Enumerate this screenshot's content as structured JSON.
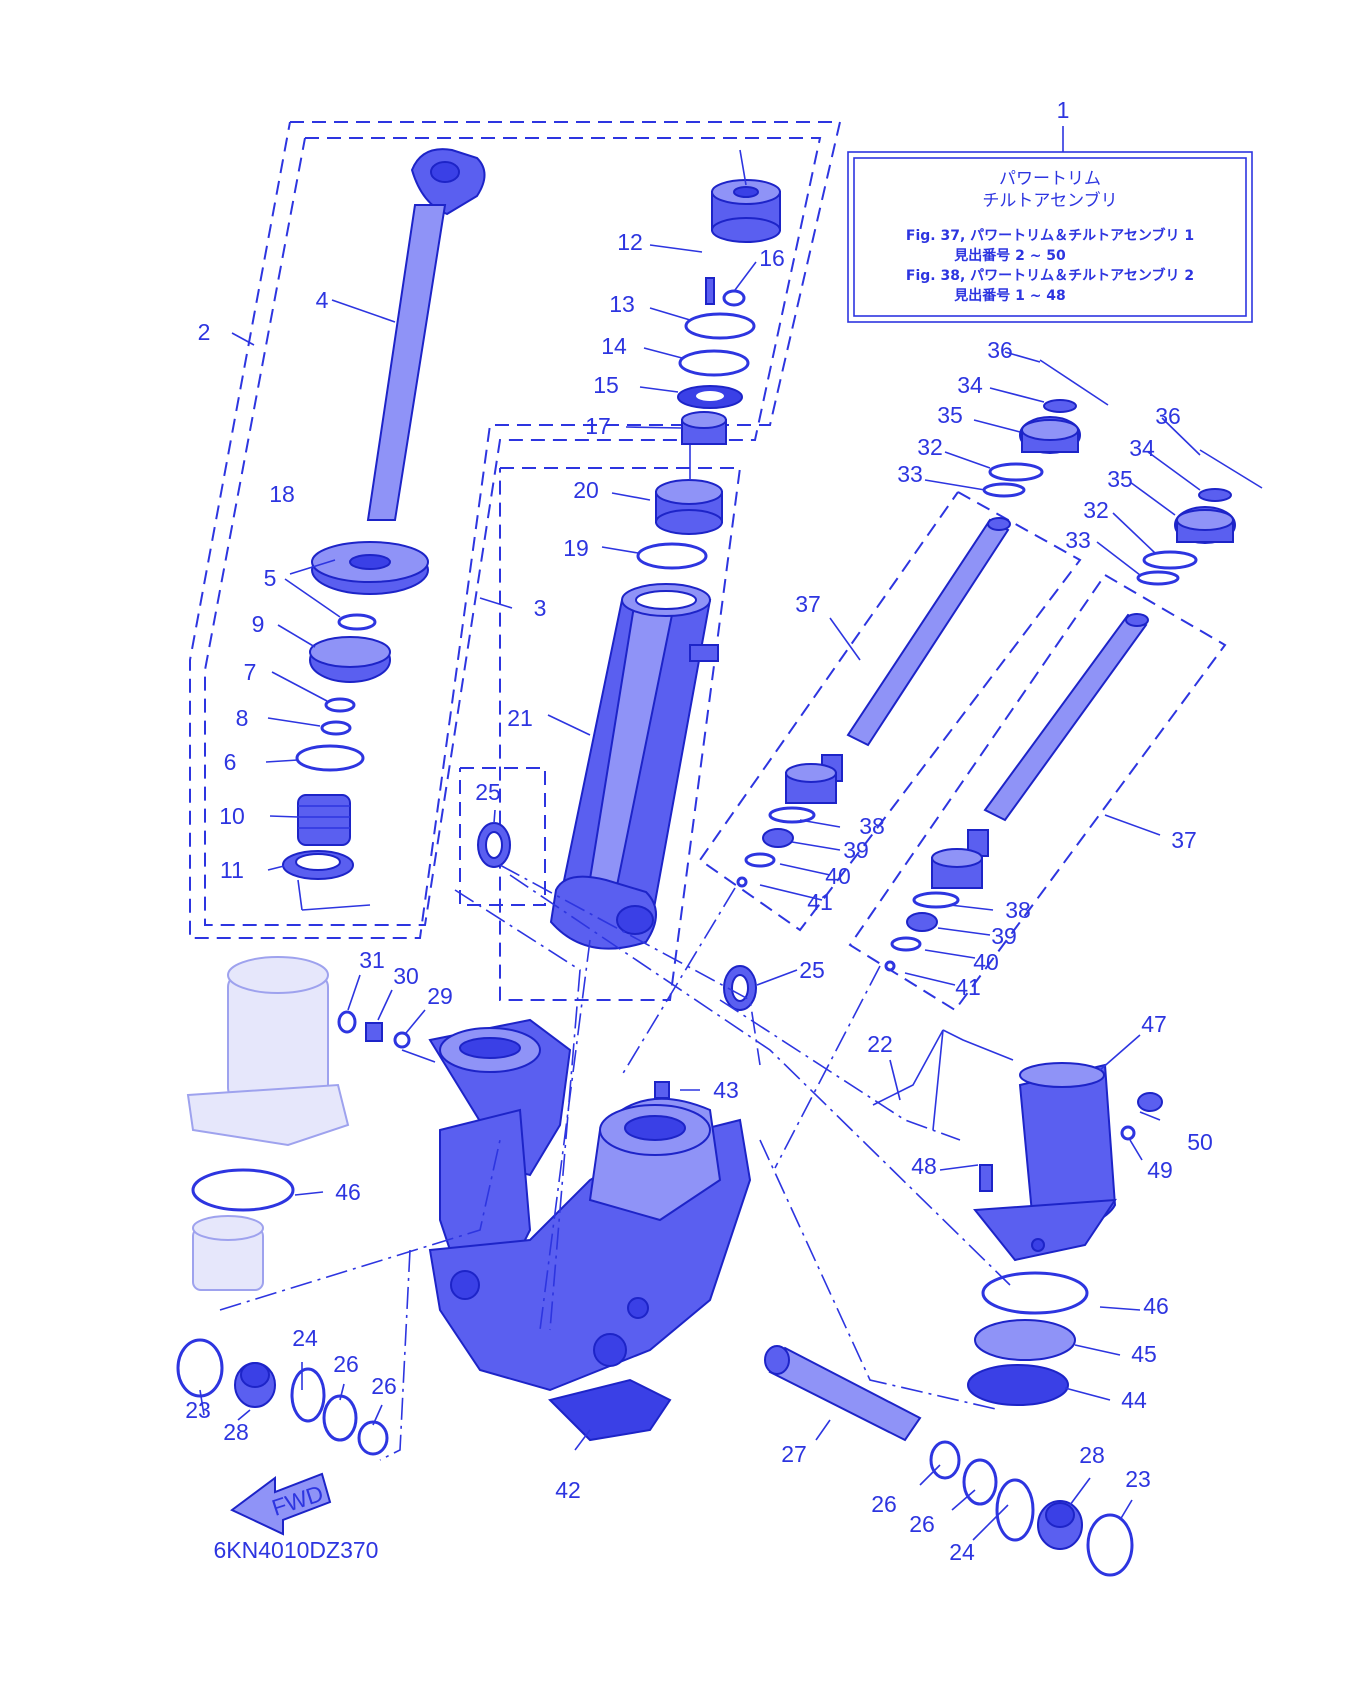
{
  "legend": {
    "ref_number": "1",
    "title_line1": "パワートリム",
    "title_line2": "チルトアセンブリ",
    "fig1_line": "Fig. 37, パワートリム＆チルトアセンブリ 1",
    "fig1_sub": "見出番号 2 ~ 50",
    "fig2_line": "Fig. 38, パワートリム＆チルトアセンブリ 2",
    "fig2_sub": "見出番号 1 ~ 48"
  },
  "drawing_code": "6KN4010DZ370",
  "fwd_label": "FWD",
  "callouts": [
    {
      "id": "c2",
      "text": "2"
    },
    {
      "id": "c3",
      "text": "3"
    },
    {
      "id": "c4",
      "text": "4"
    },
    {
      "id": "c5",
      "text": "5"
    },
    {
      "id": "c6",
      "text": "6"
    },
    {
      "id": "c7",
      "text": "7"
    },
    {
      "id": "c8",
      "text": "8"
    },
    {
      "id": "c9",
      "text": "9"
    },
    {
      "id": "c10",
      "text": "10"
    },
    {
      "id": "c11",
      "text": "11"
    },
    {
      "id": "c12",
      "text": "12"
    },
    {
      "id": "c13",
      "text": "13"
    },
    {
      "id": "c14",
      "text": "14"
    },
    {
      "id": "c15",
      "text": "15"
    },
    {
      "id": "c16",
      "text": "16"
    },
    {
      "id": "c17",
      "text": "17"
    },
    {
      "id": "c18",
      "text": "18"
    },
    {
      "id": "c19",
      "text": "19"
    },
    {
      "id": "c20",
      "text": "20"
    },
    {
      "id": "c21",
      "text": "21"
    },
    {
      "id": "c22",
      "text": "22"
    },
    {
      "id": "c23a",
      "text": "23"
    },
    {
      "id": "c23b",
      "text": "23"
    },
    {
      "id": "c24a",
      "text": "24"
    },
    {
      "id": "c24b",
      "text": "24"
    },
    {
      "id": "c25a",
      "text": "25"
    },
    {
      "id": "c25b",
      "text": "25"
    },
    {
      "id": "c26a",
      "text": "26"
    },
    {
      "id": "c26b",
      "text": "26"
    },
    {
      "id": "c26c",
      "text": "26"
    },
    {
      "id": "c26d",
      "text": "26"
    },
    {
      "id": "c27",
      "text": "27"
    },
    {
      "id": "c28a",
      "text": "28"
    },
    {
      "id": "c28b",
      "text": "28"
    },
    {
      "id": "c29",
      "text": "29"
    },
    {
      "id": "c30",
      "text": "30"
    },
    {
      "id": "c31",
      "text": "31"
    },
    {
      "id": "c32a",
      "text": "32"
    },
    {
      "id": "c32b",
      "text": "32"
    },
    {
      "id": "c33a",
      "text": "33"
    },
    {
      "id": "c33b",
      "text": "33"
    },
    {
      "id": "c34a",
      "text": "34"
    },
    {
      "id": "c34b",
      "text": "34"
    },
    {
      "id": "c35a",
      "text": "35"
    },
    {
      "id": "c35b",
      "text": "35"
    },
    {
      "id": "c36a",
      "text": "36"
    },
    {
      "id": "c36b",
      "text": "36"
    },
    {
      "id": "c37a",
      "text": "37"
    },
    {
      "id": "c37b",
      "text": "37"
    },
    {
      "id": "c38a",
      "text": "38"
    },
    {
      "id": "c38b",
      "text": "38"
    },
    {
      "id": "c39a",
      "text": "39"
    },
    {
      "id": "c39b",
      "text": "39"
    },
    {
      "id": "c40a",
      "text": "40"
    },
    {
      "id": "c40b",
      "text": "40"
    },
    {
      "id": "c41a",
      "text": "41"
    },
    {
      "id": "c41b",
      "text": "41"
    },
    {
      "id": "c42",
      "text": "42"
    },
    {
      "id": "c43",
      "text": "43"
    },
    {
      "id": "c44",
      "text": "44"
    },
    {
      "id": "c45",
      "text": "45"
    },
    {
      "id": "c46a",
      "text": "46"
    },
    {
      "id": "c46b",
      "text": "46"
    },
    {
      "id": "c47",
      "text": "47"
    },
    {
      "id": "c48",
      "text": "48"
    },
    {
      "id": "c49",
      "text": "49"
    },
    {
      "id": "c50",
      "text": "50"
    }
  ],
  "colors": {
    "ink": "#2d35e0",
    "part_fill": "#5a5ff0",
    "part_light": "#8f93f7",
    "part_dark": "#3a40e6",
    "background": "#ffffff"
  }
}
